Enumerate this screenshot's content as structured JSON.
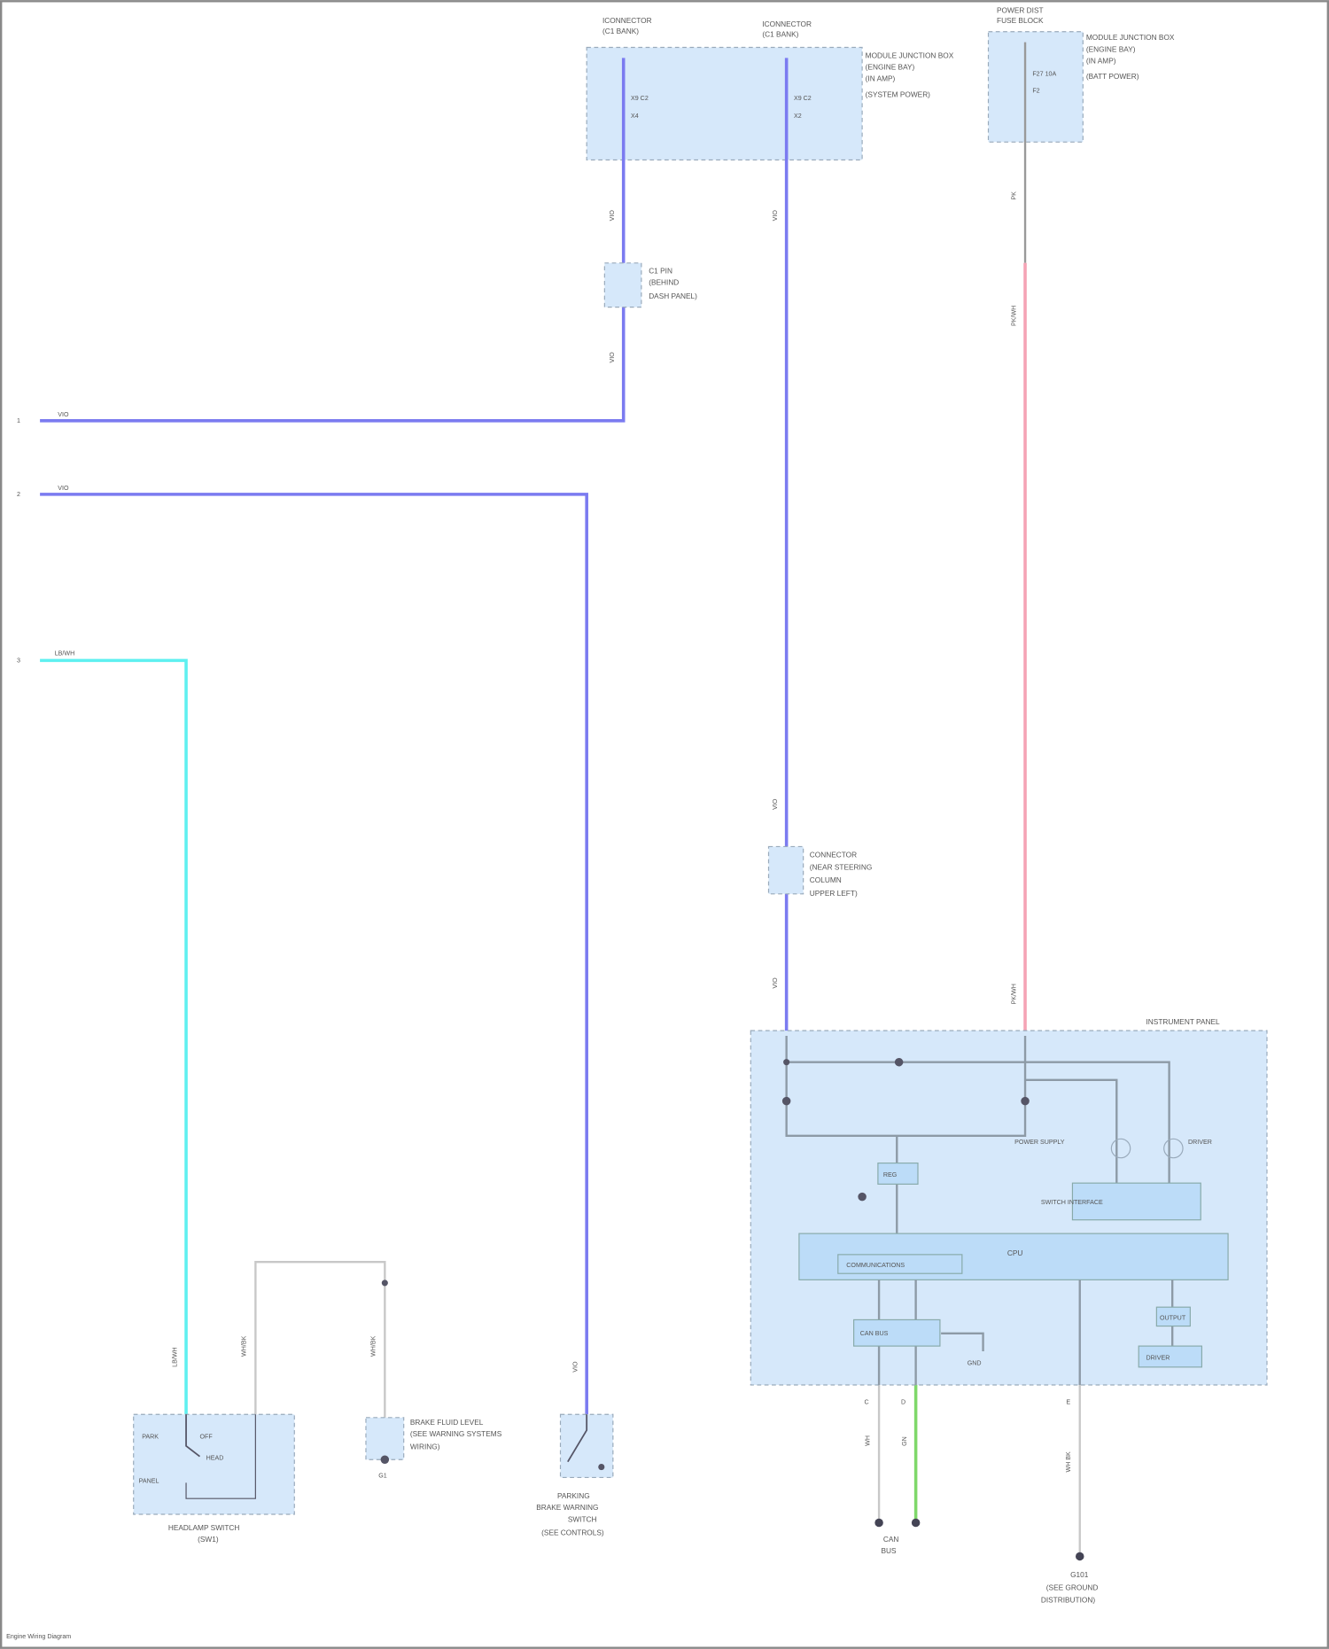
{
  "colors": {
    "purple": "#7b7bf0",
    "cyan": "#5ff0f0",
    "pink": "#f5a3b5",
    "green": "#7fd86a",
    "gray": "#c8c8c8",
    "box": "#d6e8fa"
  },
  "top_connectors": {
    "c1": {
      "title": "ICONNECTOR",
      "sub": "(C1 BANK)",
      "pin_a": "X9 C2",
      "pin_b": "X4"
    },
    "c2": {
      "title": "ICONNECTOR",
      "sub": "(C1 BANK)",
      "pin_a": "X9 C2",
      "pin_b": "X2"
    },
    "module_note": [
      "MODULE JUNCTION BOX",
      "(ENGINE BAY)",
      "(IN AMP)",
      "(SYSTEM POWER)"
    ],
    "c3": {
      "title": "POWER DIST",
      "sub": "FUSE BLOCK",
      "pin_a": "F27 10A",
      "pin_b": "F2"
    },
    "module_note2": [
      "MODULE JUNCTION BOX",
      "(ENGINE BAY)",
      "(IN AMP)",
      "(BATT POWER)"
    ]
  },
  "wires": {
    "w1": "VIO",
    "w1b": "VIO",
    "w2": "VIO",
    "w2b": "VIO",
    "w3": "VIO",
    "w4": "LB/WH",
    "w5": "PK",
    "w5b": "PK/WH",
    "w6": "LB/WH",
    "w7": "WH/BK",
    "w8": "WH/BK",
    "w9": "VIO",
    "w10": "WH",
    "w11": "GN",
    "w12": "WH BK"
  },
  "left_refs": [
    "1",
    "2",
    "3"
  ],
  "inline_connectors": {
    "i1": [
      "C1 PIN",
      "(BEHIND",
      "DASH PANEL)"
    ],
    "i2": [
      "CONNECTOR",
      "(NEAR STEERING",
      "COLUMN",
      "UPPER LEFT)"
    ]
  },
  "module": {
    "title": "INSTRUMENT PANEL",
    "power_supply": "POWER SUPPLY",
    "driver_a": "DRIVER",
    "reg": "REG",
    "interface": "SWITCH INTERFACE",
    "cpu": "CPU",
    "comm": "COMMUNICATIONS",
    "can": "CAN BUS",
    "gnd": "GND",
    "out": "OUTPUT",
    "driver_b": "DRIVER",
    "pin_labels": [
      "C",
      "D",
      "E"
    ]
  },
  "bottom": {
    "left_switch": [
      "HEADLAMP SWITCH",
      "(SW1)"
    ],
    "left_switch_pins": [
      "PARK",
      "OFF",
      "HEAD",
      "PANEL"
    ],
    "sensor": [
      "BRAKE FLUID LEVEL",
      "(SEE WARNING SYSTEMS",
      "WIRING)"
    ],
    "sensor_pin": "G1",
    "brake_switch": [
      "PARKING",
      "BRAKE WARNING",
      "SWITCH",
      "(SEE CONTROLS)"
    ],
    "can_ground": [
      "CAN",
      "BUS"
    ],
    "ground": [
      "G101",
      "(SEE GROUND",
      "DISTRIBUTION)"
    ]
  },
  "footer": "Engine Wiring Diagram"
}
